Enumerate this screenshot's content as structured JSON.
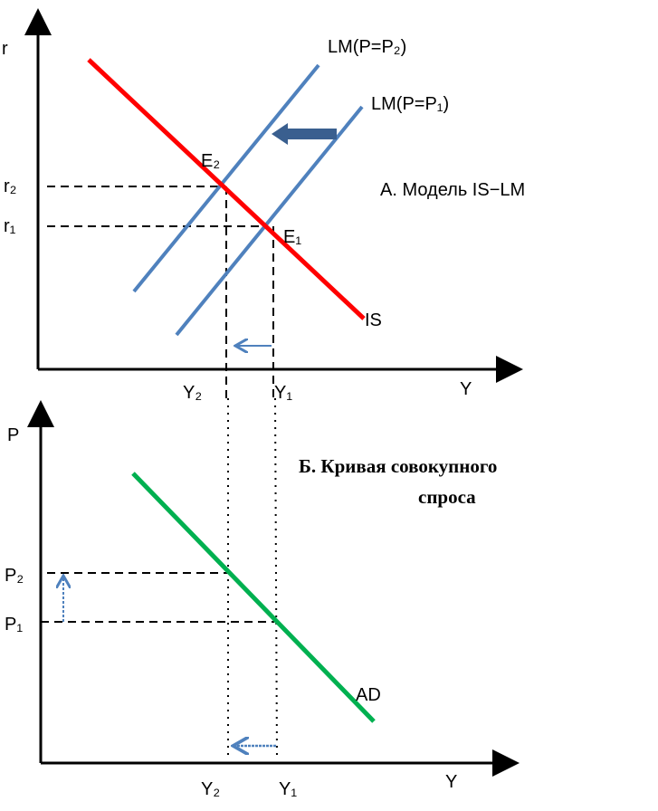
{
  "panel_a": {
    "title": "А. Модель IS−LM",
    "y_axis_label": "r",
    "x_axis_label": "Y",
    "r2_label": "r₂",
    "r1_label": "r₁",
    "y2_label": "Y₂",
    "y1_label": "Y₁",
    "e2_label": "E₂",
    "e1_label": "E₁",
    "lm2_label": "LM(P=P₂)",
    "lm1_label": "LM(P=P₁)",
    "is_label": "IS",
    "colors": {
      "is": "#ff0000",
      "lm": "#4f81bd",
      "shift_arrow": "#3a5f8f"
    }
  },
  "panel_b": {
    "title_line1": "Б. Кривая совокупного",
    "title_line2": "спроса",
    "y_axis_label": "P",
    "x_axis_label": "Y",
    "p2_label": "P₂",
    "p1_label": "P₁",
    "y2_label": "Y₂",
    "y1_label": "Y₁",
    "ad_label": "AD",
    "colors": {
      "ad": "#00b050",
      "arrow": "#4f81bd"
    }
  }
}
